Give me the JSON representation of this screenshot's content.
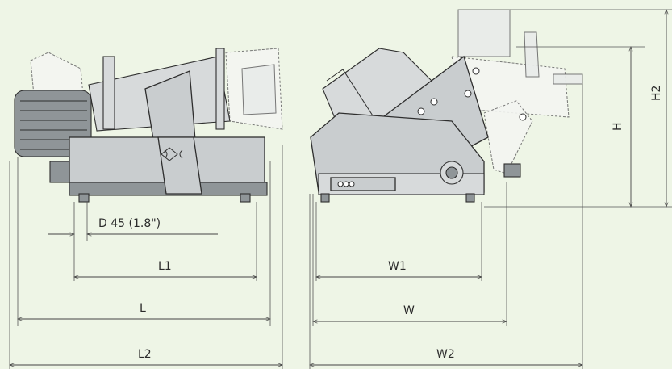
{
  "dimensions": {
    "D": "D 45 (1.8\")",
    "L1": "L1",
    "L": "L",
    "L2": "L2",
    "W1": "W1",
    "W": "W",
    "W2": "W2",
    "H": "H",
    "H2": "H2"
  },
  "colors": {
    "background": "#eef5e6",
    "machine": "#c9cdcf",
    "outline": "#2e2e2e"
  }
}
